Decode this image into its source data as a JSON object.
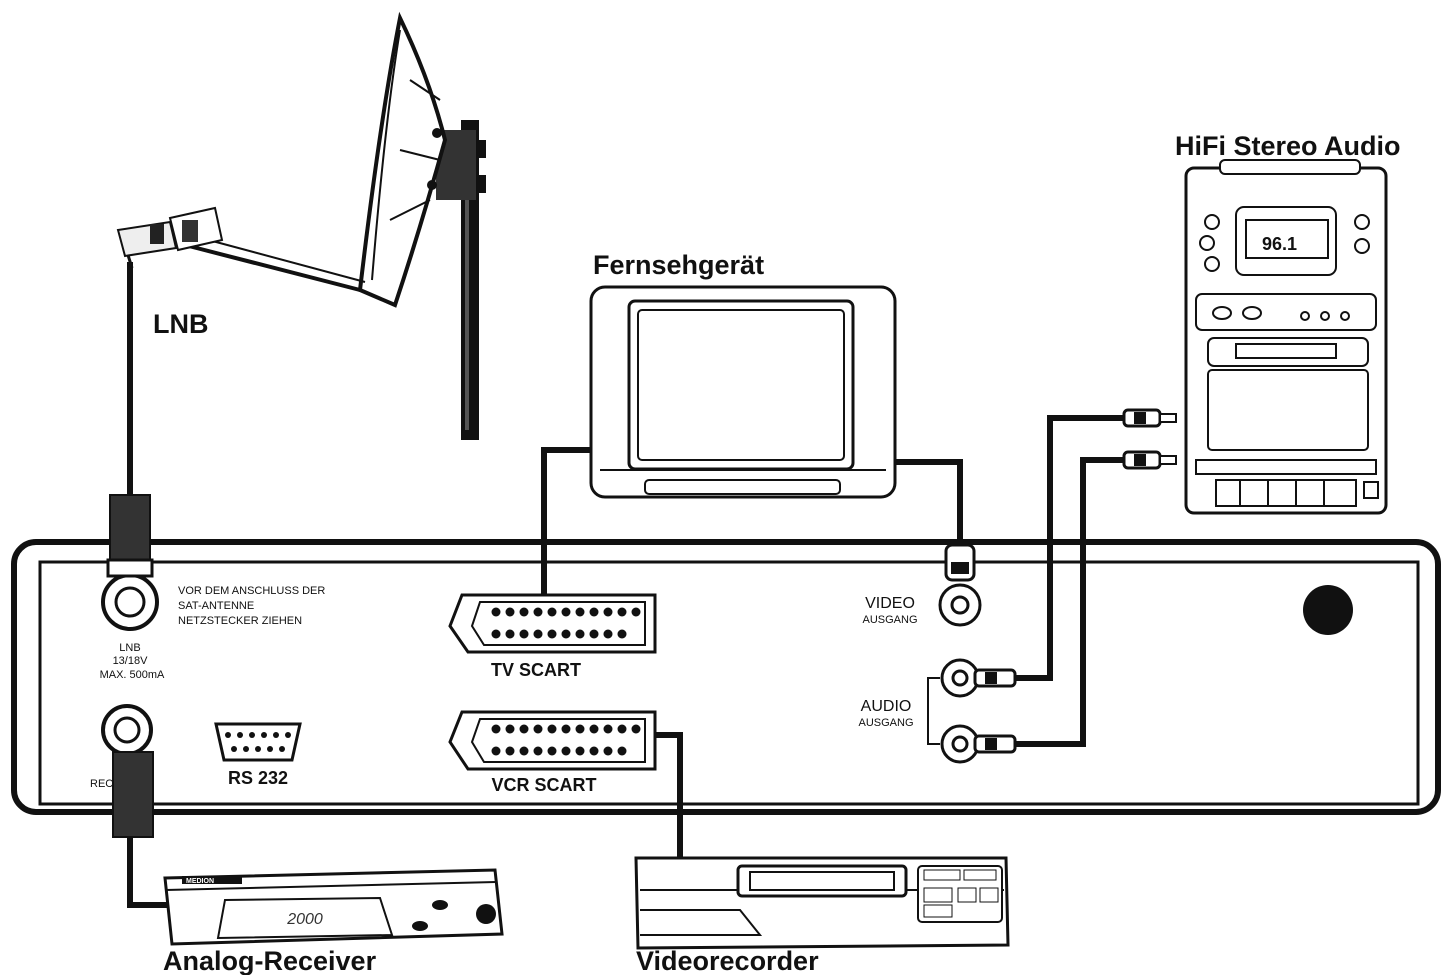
{
  "labels": {
    "hifi": "HiFi Stereo Audio",
    "tv": "Fernsehgerät",
    "lnb": "LNB",
    "warning_line1": "VOR DEM ANSCHLUSS DER",
    "warning_line2": "SAT-ANTENNE",
    "warning_line3": "NETZSTECKER ZIEHEN",
    "lnb_port_line1": "LNB",
    "lnb_port_line2": "13/18V",
    "lnb_port_line3": "MAX. 500mA",
    "receiver_port": "RECEIVER",
    "rs232": "RS 232",
    "tv_scart": "TV SCART",
    "vcr_scart": "VCR SCART",
    "video_line1": "VIDEO",
    "video_line2": "AUSGANG",
    "audio_line1": "AUDIO",
    "audio_line2": "AUSGANG",
    "analog_receiver": "Analog-Receiver",
    "videorecorder": "Videorecorder",
    "receiver_display": "2000",
    "receiver_brand": "MEDION",
    "stereo_display": "96.1"
  }
}
